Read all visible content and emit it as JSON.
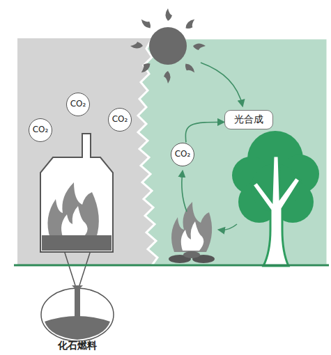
{
  "diagram": {
    "nodes": [
      {
        "text": [
          "CO₂"
        ]
      },
      {
        "text": [
          "CO₂"
        ]
      },
      {
        "text": [
          "CO₂"
        ]
      },
      {
        "text": [
          "光合成"
        ]
      },
      {
        "text": [
          "CO₂"
        ]
      }
    ],
    "edges": [
      {
        "from": 4,
        "to": 3,
        "arrow": "to"
      }
    ],
    "labels": [
      "化石燃料"
    ]
  }
}
